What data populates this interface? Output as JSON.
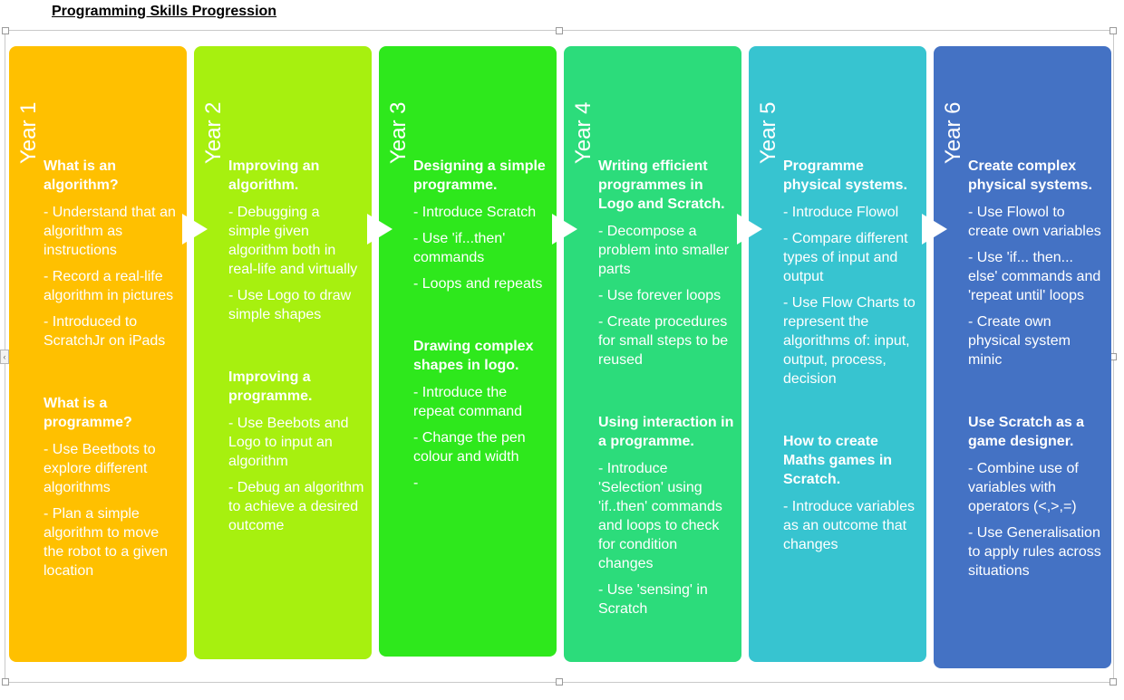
{
  "title": "Programming Skills Progression",
  "cards": [
    {
      "year": "Year 1",
      "color": "#ffc000",
      "sections": [
        {
          "heading": "What is an algorithm?",
          "bullets": [
            "- Understand that an algorithm as instructions",
            "- Record a real-life algorithm in pictures",
            "- Introduced to ScratchJr on iPads"
          ]
        },
        {
          "heading": "What is a programme?",
          "bullets": [
            "-  Use Beetbots to explore different algorithms",
            "- Plan a simple algorithm to move the robot to a given location"
          ]
        }
      ]
    },
    {
      "year": "Year 2",
      "color": "#a7f00f",
      "sections": [
        {
          "heading": "Improving an algorithm.",
          "bullets": [
            "- Debugging a simple given algorithm both in real-life and virtually",
            "- Use Logo to draw simple shapes"
          ]
        },
        {
          "heading": "Improving a programme.",
          "bullets": [
            "- Use Beebots and Logo to input an algorithm",
            "- Debug an algorithm to achieve a desired outcome"
          ]
        }
      ]
    },
    {
      "year": "Year 3",
      "color": "#2ee81c",
      "sections": [
        {
          "heading": "Designing a simple programme.",
          "bullets": [
            "- Introduce Scratch",
            "- Use 'if...then' commands",
            "- Loops and repeats"
          ]
        },
        {
          "heading": "Drawing complex shapes in logo.",
          "bullets": [
            "- Introduce the repeat command",
            "- Change the pen colour and width",
            "-"
          ]
        }
      ]
    },
    {
      "year": "Year 4",
      "color": "#2cdc7b",
      "sections": [
        {
          "heading": "Writing efficient programmes in Logo and Scratch.",
          "bullets": [
            "- Decompose a problem into smaller parts",
            "- Use forever loops",
            "- Create procedures for small steps to be reused"
          ]
        },
        {
          "heading": "Using interaction in a programme.",
          "bullets": [
            "- Introduce 'Selection' using 'if..then' commands and loops to check for condition changes",
            "- Use 'sensing' in Scratch"
          ]
        }
      ]
    },
    {
      "year": "Year 5",
      "color": "#37c4d0",
      "sections": [
        {
          "heading": "Programme physical systems.",
          "bullets": [
            "- Introduce Flowol",
            "- Compare different types of input and output",
            "- Use Flow Charts to represent the algorithms of: input, output, process, decision"
          ]
        },
        {
          "heading": "How to create Maths games in Scratch.",
          "bullets": [
            "- Introduce variables as an outcome that changes"
          ]
        }
      ]
    },
    {
      "year": "Year 6",
      "color": "#4472c4",
      "sections": [
        {
          "heading": "Create complex physical systems.",
          "bullets": [
            " - Use Flowol to create own variables",
            "- Use 'if... then... else' commands and 'repeat until' loops",
            "- Create own physical system minic"
          ]
        },
        {
          "heading": "Use Scratch as a game designer.",
          "bullets": [
            "- Combine use of variables with operators (<,>,=)",
            "- Use Generalisation to apply rules across situations"
          ]
        }
      ]
    }
  ]
}
